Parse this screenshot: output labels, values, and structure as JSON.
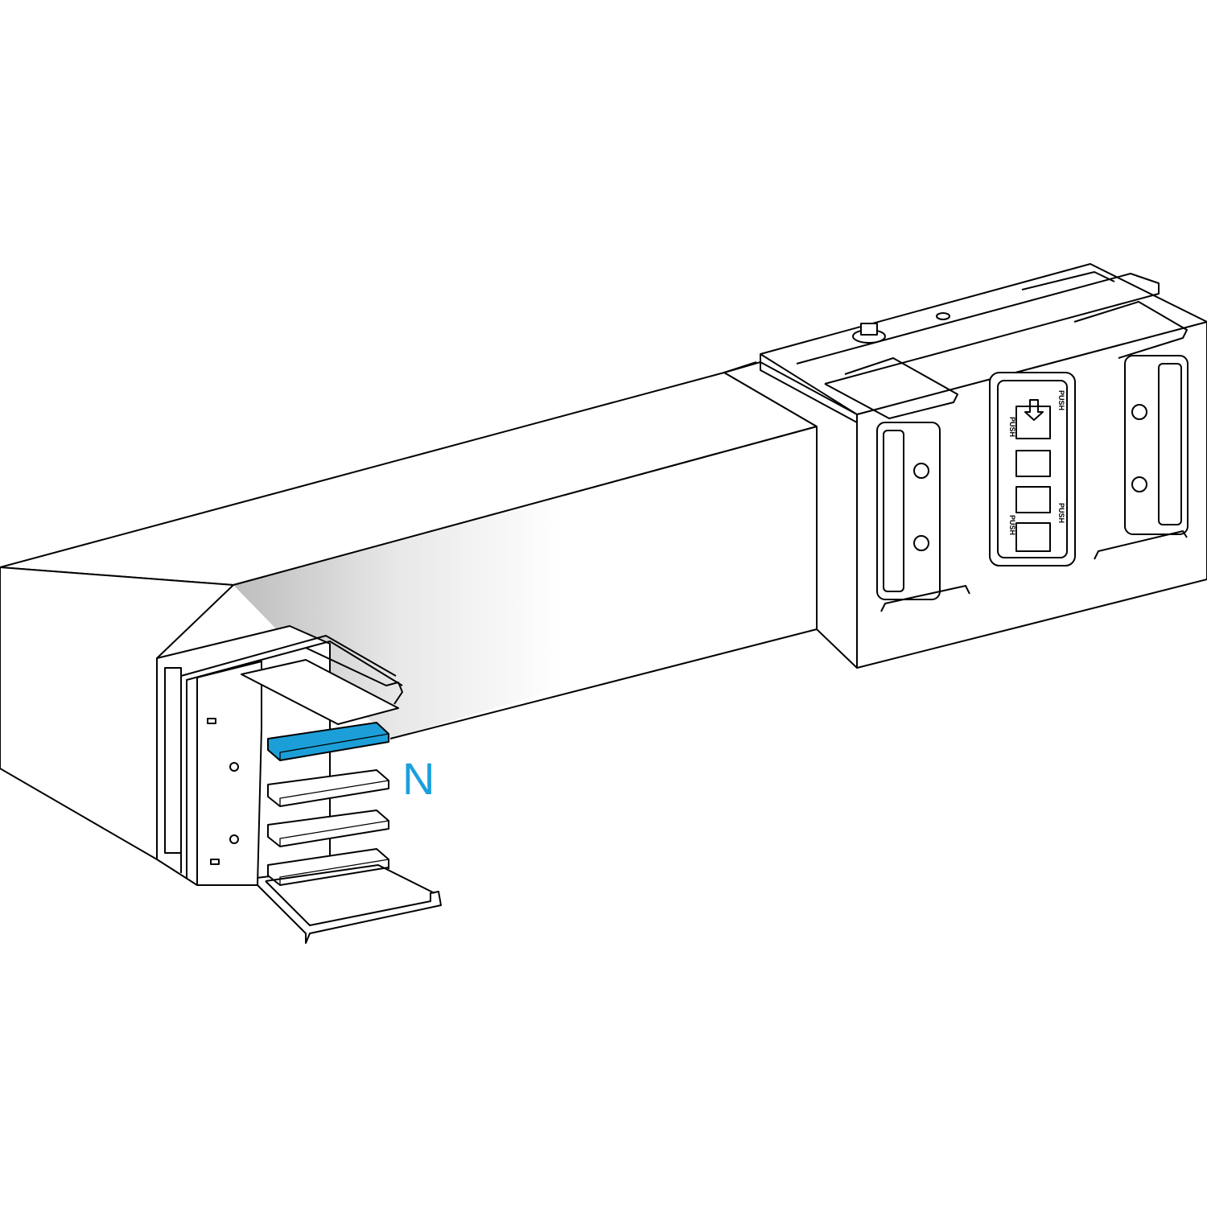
{
  "labels": {
    "neutral": "N",
    "push": [
      "PUSH",
      "PUSH",
      "PUSH",
      "PUSH"
    ]
  },
  "colors": {
    "neutral_bar": "#1c9fd8",
    "neutral_label": "#1ba0dc",
    "line": "#000000"
  },
  "icons": {
    "push_arrow": "arrow-down-icon",
    "bolt": "bolt-icon"
  }
}
